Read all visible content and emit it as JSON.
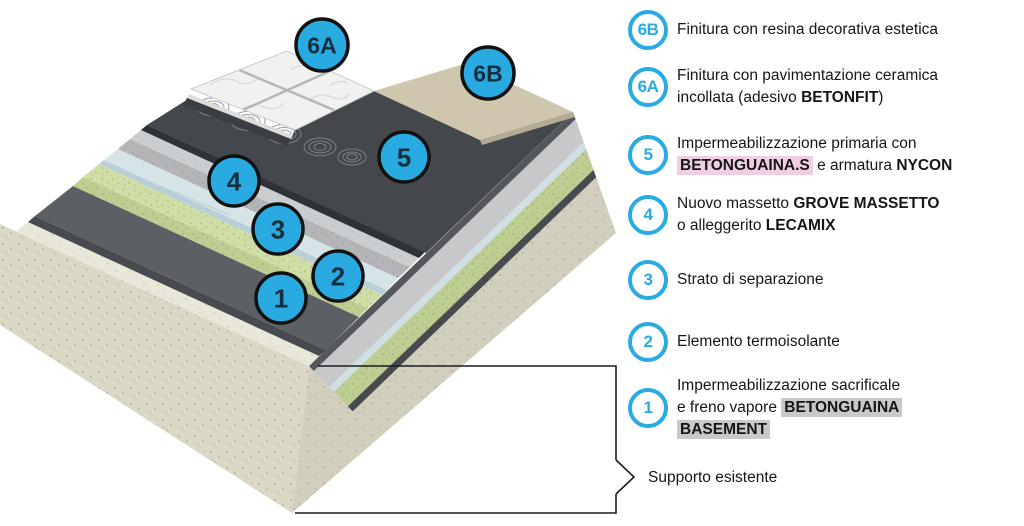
{
  "colors": {
    "accent": "#29abe2",
    "hl_pink": "#f0cfe3",
    "hl_gray": "#c9c9c9",
    "marker_fill": "#29abe2",
    "layer5_dark": "#44474c",
    "layer4_gray": "#cbced0",
    "layer3_blue": "#d6e4e8",
    "layer2_green": "#cfdda6",
    "layer1_dark": "#5c6064",
    "support_cream": "#dcd8c8",
    "tiles_white": "#f1f2ef",
    "resin_beige": "#cec6ad"
  },
  "diagram": {
    "markers": [
      {
        "label": "1"
      },
      {
        "label": "2"
      },
      {
        "label": "3"
      },
      {
        "label": "4"
      },
      {
        "label": "5"
      },
      {
        "label": "6A"
      },
      {
        "label": "6B"
      }
    ]
  },
  "legend": {
    "items": [
      {
        "marker": "6B",
        "segments": [
          {
            "text": "Finitura con resina decorativa estetica"
          }
        ]
      },
      {
        "marker": "6A",
        "segments": [
          {
            "text": "Finitura con pavimentazione ceramica"
          },
          {
            "br": true
          },
          {
            "text": "incollata (adesivo "
          },
          {
            "text": "BETONFIT",
            "bold": true
          },
          {
            "text": ")"
          }
        ]
      },
      {
        "marker": "5",
        "segments": [
          {
            "text": "Impermeabilizzazione primaria con"
          },
          {
            "br": true
          },
          {
            "text": "BETONGUAINA.S",
            "highlight": "pink"
          },
          {
            "text": " e armatura "
          },
          {
            "text": "NYCON",
            "bold": true
          }
        ]
      },
      {
        "marker": "4",
        "segments": [
          {
            "text": "Nuovo massetto "
          },
          {
            "text": "GROVE MASSETTO",
            "bold": true
          },
          {
            "br": true
          },
          {
            "text": "o alleggerito "
          },
          {
            "text": "LECAMIX",
            "bold": true
          }
        ]
      },
      {
        "marker": "3",
        "segments": [
          {
            "text": "Strato di separazione"
          }
        ]
      },
      {
        "marker": "2",
        "segments": [
          {
            "text": "Elemento termoisolante"
          }
        ]
      },
      {
        "marker": "1",
        "segments": [
          {
            "text": "Impermeabilizzazione sacrificale"
          },
          {
            "br": true
          },
          {
            "text": "e freno vapore "
          },
          {
            "text": "BETONGUAINA",
            "highlight": "gray"
          },
          {
            "br": true
          },
          {
            "text": "BASEMENT",
            "highlight": "gray"
          }
        ]
      },
      {
        "marker": null,
        "segments": [
          {
            "text": "Supporto esistente"
          }
        ]
      }
    ]
  }
}
